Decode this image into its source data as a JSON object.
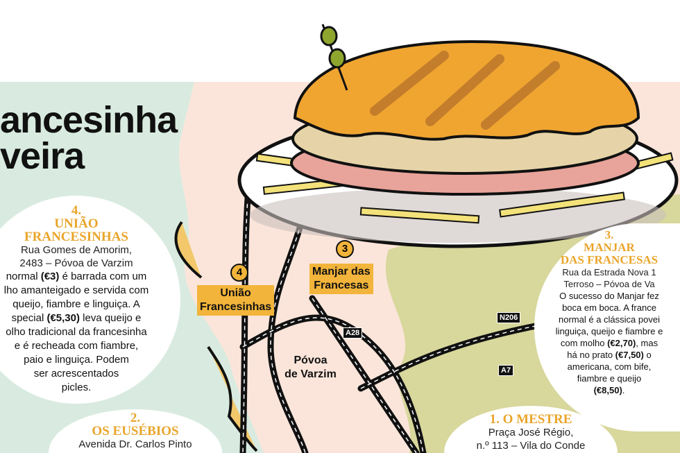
{
  "title": {
    "line1": "ancesinha",
    "line2": "veira"
  },
  "places": [
    {
      "number": "4.",
      "name_line1": "UNIÃO",
      "name_line2": "FRANCESINHAS",
      "address_line1": "Rua Gomes de Amorim,",
      "address_line2": "2483 – Póvoa de Varzim",
      "body": [
        "normal ",
        "(€3)",
        " é barrada com um",
        "lho amanteigado e servida com",
        "queijo, fiambre e linguiça. A",
        "special ",
        "(€5,30)",
        " leva queijo e",
        "olho tradicional da francesinha",
        "e é recheada com fiambre,",
        "paio e linguiça. Podem",
        "ser acrescentados",
        "picles."
      ]
    },
    {
      "number": "3.",
      "name_line1": "MANJAR",
      "name_line2": "DAS FRANCESAS",
      "address_line1": "Rua da Estrada Nova 1",
      "address_line2": "Terroso – Póvoa de Va",
      "body": [
        "O sucesso do Manjar fez",
        "boca em boca. A france",
        "normal é a clássica povei",
        "linguiça, queijo e fiambre e",
        "com molho ",
        "(€2,70)",
        ", mas",
        "há no prato ",
        "(€7,50)",
        " o",
        "americana, com bife,",
        "fiambre e queijo",
        "(€8,50)",
        "."
      ]
    },
    {
      "number": "2.",
      "name_line1": "OS EUSÉBIOS",
      "address_line1": "Avenida Dr. Carlos Pinto"
    },
    {
      "number": "1.",
      "name_line1": "O MESTRE",
      "address_line1": "Praça José Régio,",
      "address_line2": "n.º 113 – Vila do Conde"
    }
  ],
  "map": {
    "markers": [
      {
        "num": "4",
        "label_line1": "União",
        "label_line2": "Francesinhas"
      },
      {
        "num": "3",
        "label_line1": "Manjar das",
        "label_line2": "Francesas"
      }
    ],
    "roads": [
      "A28",
      "N206",
      "A7"
    ],
    "town_line1": "Póvoa",
    "town_line2": "de Varzim"
  },
  "colors": {
    "mint": "#d9ebe0",
    "land": "#fbe5da",
    "olive": "#d8d79c",
    "accent": "#f2b43a"
  }
}
